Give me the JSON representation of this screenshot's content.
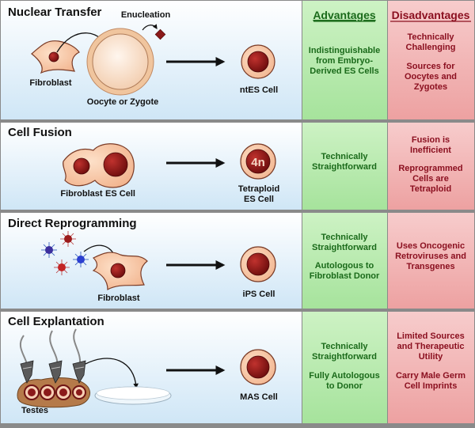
{
  "headers": {
    "advantages": "Advantages",
    "disadvantages": "Disadvantages"
  },
  "colors": {
    "row_bg_top": "#ffffff",
    "row_bg_bottom": "#cfe6f6",
    "advantages_bg": "#a8e6a0",
    "disadvantages_bg": "#f0a3a3",
    "advantages_text": "#1a6a1a",
    "disadvantages_text": "#8b1020",
    "cell_fill": "#f7c7a6",
    "cell_stroke": "#7a3b26",
    "nucleus_fill": "#8b1a1a",
    "border": "#8a8a8a"
  },
  "rows": [
    {
      "title": "Nuclear Transfer",
      "labels": {
        "fibroblast": "Fibroblast",
        "oocyte": "Oocyte or Zygote",
        "enucleation": "Enucleation",
        "result": "ntES Cell"
      },
      "advantages": [
        "Indistinguishable",
        "from Embryo-",
        "Derived ES Cells"
      ],
      "disadvantages": [
        [
          "Technically",
          "Challenging"
        ],
        [
          "Sources for",
          "Oocytes and",
          "Zygotes"
        ]
      ]
    },
    {
      "title": "Cell Fusion",
      "labels": {
        "fibroblast": "Fibroblast",
        "es_cell": "ES Cell",
        "nucleus_mark": "4n",
        "result_line1": "Tetraploid",
        "result_line2": "ES Cell"
      },
      "advantages": [
        "Technically",
        "Straightforward"
      ],
      "disadvantages": [
        [
          "Fusion is",
          "Inefficient"
        ],
        [
          "Reprogrammed",
          "Cells are",
          "Tetraploid"
        ]
      ]
    },
    {
      "title": "Direct Reprogramming",
      "labels": {
        "fibroblast": "Fibroblast",
        "result": "iPS Cell"
      },
      "advantages": [
        [
          "Technically",
          "Straightforward"
        ],
        [
          "Autologous to",
          "Fibroblast Donor"
        ]
      ],
      "disadvantages": [
        "Uses Oncogenic",
        "Retroviruses and",
        "Transgenes"
      ]
    },
    {
      "title": "Cell Explantation",
      "labels": {
        "testes": "Testes",
        "result": "MAS Cell"
      },
      "advantages": [
        [
          "Technically",
          "Straightforward"
        ],
        [
          "Fully Autologous",
          "to Donor"
        ]
      ],
      "disadvantages": [
        [
          "Limited Sources",
          "and Therapeutic",
          "Utility"
        ],
        [
          "Carry Male Germ",
          "Cell Imprints"
        ]
      ]
    }
  ]
}
